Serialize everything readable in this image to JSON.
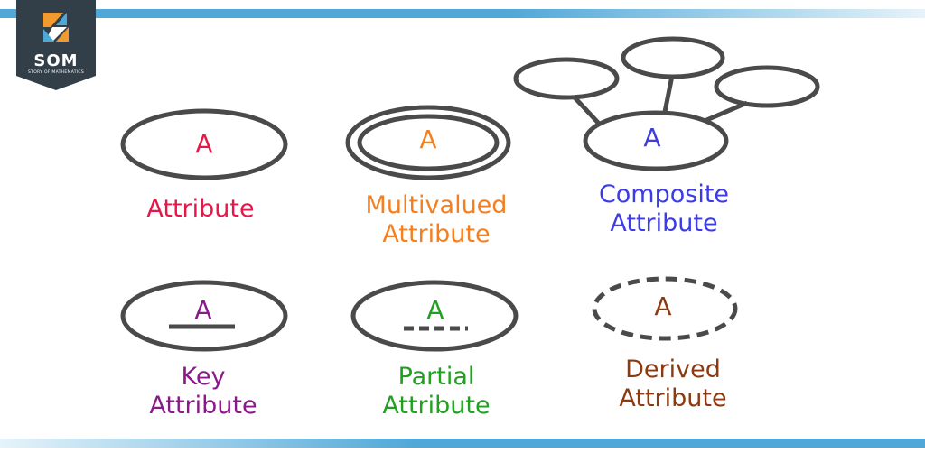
{
  "brand": {
    "abbr": "SOM",
    "tagline": "STORY OF MATHEMATICS",
    "colors": {
      "dark": "#333f48",
      "orange": "#f29a2e",
      "blue": "#4fa8d8"
    }
  },
  "colors": {
    "stroke": "#4a4a4a",
    "stripe": "#4fa8d8"
  },
  "items": [
    {
      "symbol": "A",
      "label": "Attribute",
      "color": "#e8174a"
    },
    {
      "symbol": "A",
      "label": "Multivalued Attribute",
      "color": "#f47f20"
    },
    {
      "symbol": "A",
      "label": "Composite Attribute",
      "color": "#3c3ce6"
    },
    {
      "symbol": "A",
      "label": "Key Attribute",
      "color": "#8a1a8a"
    },
    {
      "symbol": "A",
      "label": "Partial Attribute",
      "color": "#22a022"
    },
    {
      "symbol": "A",
      "label": "Derived Attribute",
      "color": "#8b3a12"
    }
  ]
}
